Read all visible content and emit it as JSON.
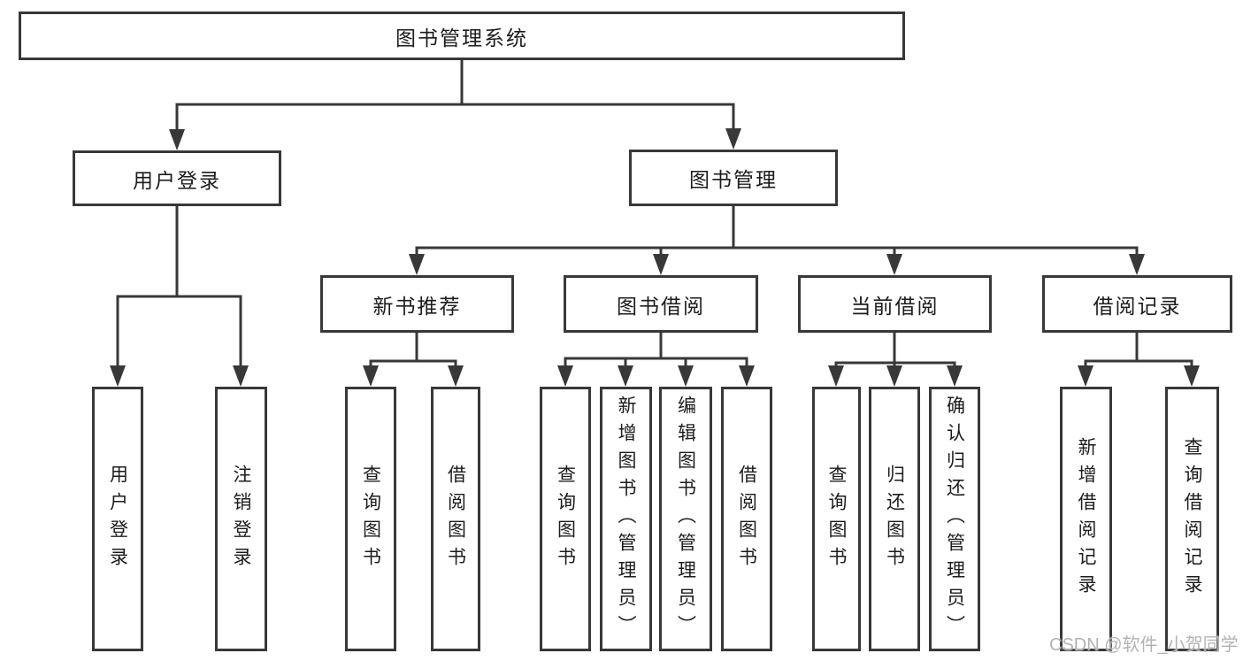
{
  "tree": {
    "root": "图书管理系统",
    "level2": [
      {
        "id": "user-login",
        "label": "用户登录",
        "leaves": [
          "用户登录",
          "注销登录"
        ]
      },
      {
        "id": "book-management",
        "label": "图书管理"
      }
    ],
    "level3": [
      {
        "id": "new-book-recommend",
        "label": "新书推荐",
        "leaves": [
          "查询图书",
          "借阅图书"
        ]
      },
      {
        "id": "book-borrow",
        "label": "图书借阅",
        "leaves": [
          "查询图书",
          "新增图书（管理员）",
          "编辑图书（管理员）",
          "借阅图书"
        ]
      },
      {
        "id": "current-borrow",
        "label": "当前借阅",
        "leaves": [
          "查询图书",
          "归还图书",
          "确认归还（管理员）"
        ]
      },
      {
        "id": "borrow-record",
        "label": "借阅记录",
        "leaves": [
          "新增借阅记录",
          "查询借阅记录"
        ]
      }
    ]
  },
  "watermark": "CSDN @软件_小贺同学",
  "colors": {
    "line": "#383838",
    "box_border": "#383838",
    "text": "#1c1c1c",
    "background": "#ffffff",
    "watermark": "#b3b3b3"
  }
}
